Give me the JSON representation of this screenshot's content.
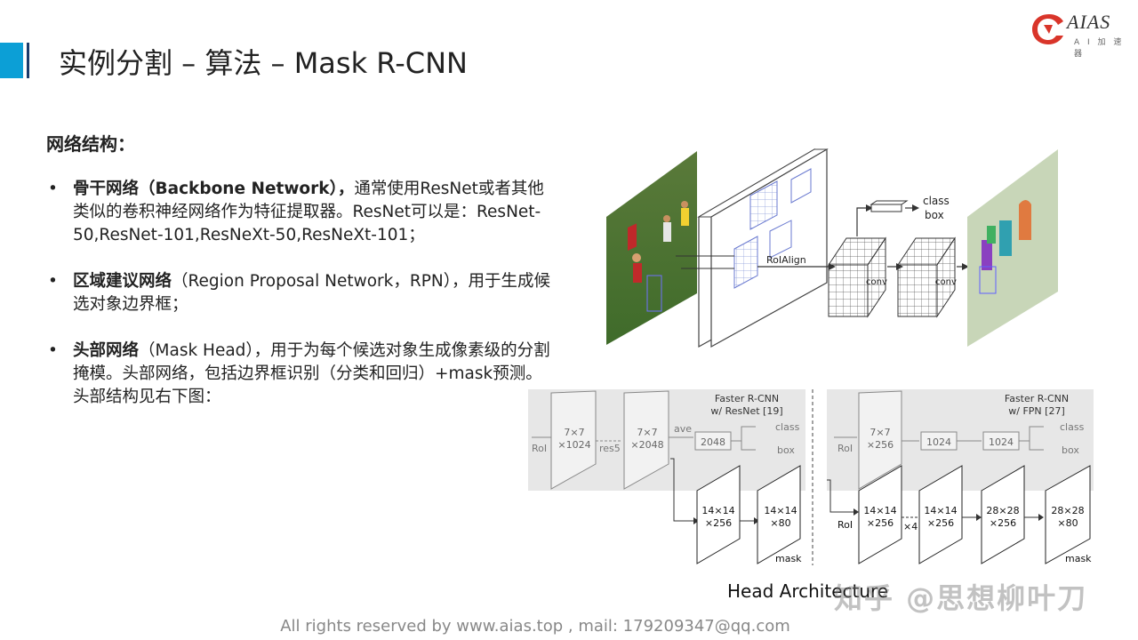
{
  "header": {
    "title": "实例分割 – 算法 – Mask R-CNN",
    "logo_text": "AIAS",
    "logo_subtext": "A I 加 速 器"
  },
  "content": {
    "section_heading": "网络结构：",
    "bullets": [
      {
        "marker": "•",
        "term": "骨干网络（Backbone Network），",
        "text": "通常使用ResNet或者其他类似的卷积神经网络作为特征提取器。ResNet可以是：ResNet-50,ResNet-101,ResNeXt-50,ResNeXt-101；"
      },
      {
        "marker": "•",
        "term": "区域建议网络",
        "text": "（Region Proposal Network，RPN），用于生成候选对象边界框；"
      },
      {
        "marker": "•",
        "term": "头部网络",
        "text": "（Mask Head），用于为每个候选对象生成像素级的分割掩模。头部网络，包括边界框识别（分类和回归）+mask预测。头部结构见右下图："
      }
    ]
  },
  "figure_top": {
    "roi_label": "RoIAlign",
    "conv1_label": "conv",
    "conv2_label": "conv",
    "class_label": "class",
    "box_label": "box"
  },
  "figure_bottom": {
    "left_title_1": "Faster R-CNN",
    "left_title_2": "w/ ResNet [19]",
    "right_title_1": "Faster R-CNN",
    "right_title_2": "w/ FPN [27]",
    "left": {
      "roi": "RoI",
      "block1_a": "7×7",
      "block1_b": "×1024",
      "res5": "res5",
      "block2_a": "7×7",
      "block2_b": "×2048",
      "ave": "ave",
      "fc": "2048",
      "class": "class",
      "box": "box",
      "mask1_a": "14×14",
      "mask1_b": "×256",
      "mask2_a": "14×14",
      "mask2_b": "×80",
      "mask_label": "mask"
    },
    "right": {
      "roi_top": "RoI",
      "block1_a": "7×7",
      "block1_b": "×256",
      "fc1": "1024",
      "fc2": "1024",
      "class": "class",
      "box": "box",
      "roi_bottom": "RoI",
      "m1_a": "14×14",
      "m1_b": "×256",
      "times4": "×4",
      "m2_a": "14×14",
      "m2_b": "×256",
      "m3_a": "28×28",
      "m3_b": "×256",
      "m4_a": "28×28",
      "m4_b": "×80",
      "mask_label": "mask"
    }
  },
  "caption": "Head Architecture",
  "watermark": "知乎 @思想柳叶刀",
  "footer": "All rights reserved by www.aias.top , mail: 179209347@qq.com",
  "colors": {
    "accent": "#0c9fd6",
    "accent_dark": "#1b3a6b",
    "logo_red": "#d9352a"
  }
}
